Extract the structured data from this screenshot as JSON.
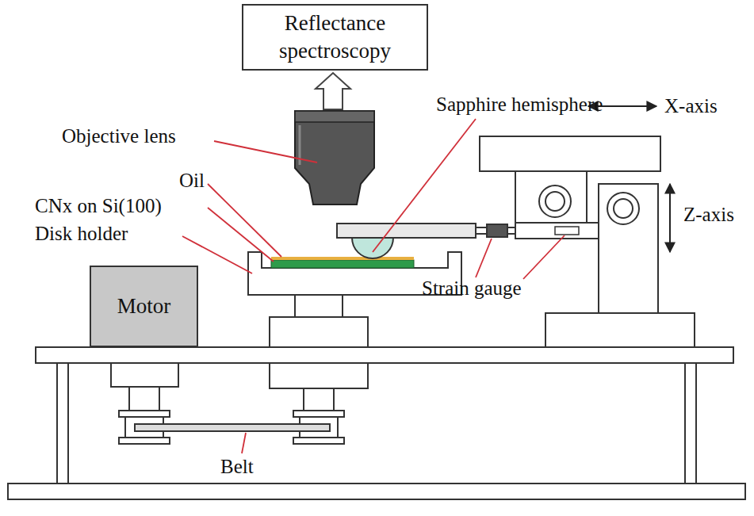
{
  "diagram": {
    "nodes": [
      {
        "text": [
          "Reflectance spectroscopy"
        ]
      },
      {
        "text": [
          "Motor"
        ]
      }
    ],
    "labels": [
      "Sapphire hemisphere",
      "Objective lens",
      "Oil",
      "CNx on Si(100)",
      "Disk holder",
      "Strain gauge",
      "X-axis",
      "Z-axis",
      "Belt"
    ]
  }
}
